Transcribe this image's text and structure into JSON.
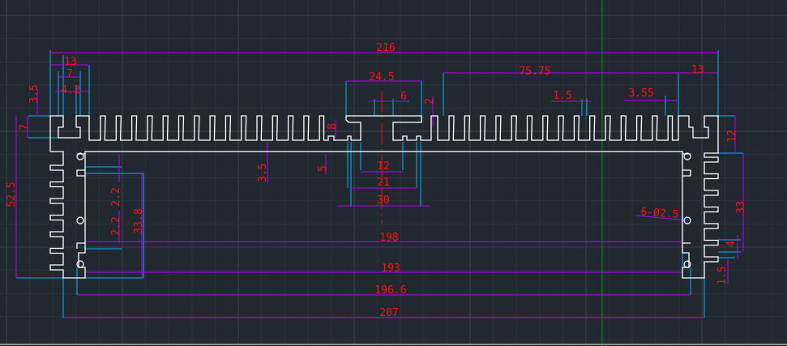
{
  "canvas": {
    "background": "#212830",
    "profile_color": "#ffffff",
    "dimension_color": "#b400ff",
    "extension_color": "#00b4ff",
    "text_color": "#ff1010",
    "ucs_y_axis_color": "#1f8a1f"
  },
  "dimensions": {
    "overall_width": "216",
    "left_ear_width": "13",
    "left_slot_outer": "7",
    "left_slot_inner": "4.2",
    "left_ear_offset": "3.5",
    "left_ear_height": "7",
    "overall_height": "52.5",
    "center_top_width": "24.5",
    "center_slot_width": "6",
    "center_step": "2",
    "center_slot_depth": "8",
    "center_base_gap": "5",
    "plate_thickness": "3.5",
    "center_inner_12": "12",
    "center_inner_21": "21",
    "center_inner_30": "30",
    "fin_span": "75.75",
    "right_ear_width": "13",
    "fin_thickness": "1.5",
    "fin_pitch": "3.55",
    "top_fin_height": "12",
    "side_height": "33",
    "side_fin_4": "4",
    "bottom_lip": "1.5",
    "hole_callout": "6-Ø2.5",
    "slot_2_2_a": "2.2",
    "slot_2_2_b": "2.2",
    "cavity_height": "33.8",
    "inner_198": "198",
    "inner_193": "193",
    "inner_196_6": "196.6",
    "outer_207": "207"
  }
}
